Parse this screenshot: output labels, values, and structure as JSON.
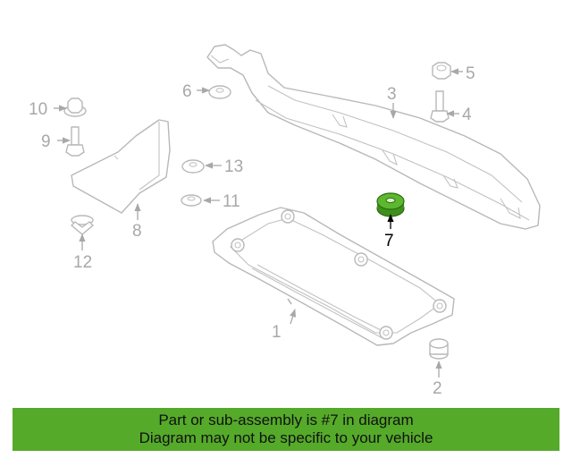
{
  "callouts": {
    "c1": "1",
    "c2": "2",
    "c3": "3",
    "c4": "4",
    "c5": "5",
    "c6": "6",
    "c7": "7",
    "c8": "8",
    "c9": "9",
    "c10": "10",
    "c11": "11",
    "c12": "12",
    "c13": "13"
  },
  "highlight": {
    "part": "7",
    "color": "#5cb82e"
  },
  "banner": {
    "line1": "Part or sub-assembly is #7 in diagram",
    "line2": "Diagram may not be specific to your vehicle",
    "color": "#55aa2a"
  }
}
